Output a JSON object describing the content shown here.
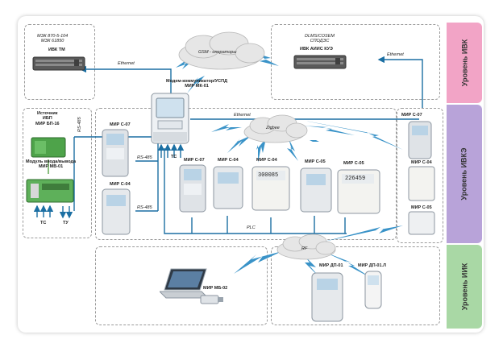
{
  "levels": {
    "ivk": "Уровень ИВК",
    "ivke": "Уровень ИВКЭ",
    "iik": "Уровень ИИК"
  },
  "colors": {
    "ivk": "#f2a4c6",
    "ivke": "#b8a3d9",
    "iik": "#a9d8a5",
    "wire": "#1b6fa3",
    "bolt": "#3a93c8"
  },
  "nodes": {
    "ivk_tm_standards": "МЭК 870-5-104\nМЭК 61850",
    "ivk_tm": "ИВК ТМ",
    "dlms": "DLMS/COSEM\nСПОДЭС",
    "ivk_aiis": "ИВК АИИС КУЭ",
    "gsm": "GSM - операторы",
    "modem": "Модем-коммуникатор/УСПД\nМИР МК-01",
    "zigbee": "Zigbee",
    "rf": "RF",
    "power_supply": "Источник\nИБП\nМИР БП-16",
    "io_module": "Модуль ввода/вывода\nМИР МВ-01",
    "mb02": "МИР МБ-02",
    "dp01": "МИР ДП-01",
    "dp01l": "МИР ДП-01.Л"
  },
  "links": {
    "ethernet_left": "Ethernet",
    "ethernet_right": "Ethernet",
    "ethernet_mid": "Ethernet",
    "rs485_left": "RS-485",
    "rs485_upper": "RS-485",
    "rs485_lower": "RS-485",
    "plc": "PLC",
    "tc_modem": "ТС",
    "tc": "ТС",
    "tu": "ТУ"
  },
  "meters": {
    "m_c07_left": "МИР С-07",
    "m_c04_left": "МИР С-04",
    "m_c07_mid": "МИР С-07",
    "m_c04_mid": "МИР С-04",
    "m_c04_right": "МИР С-04",
    "m_c05_mid": "МИР С-05",
    "m_c05_right": "МИР С-05",
    "m_c07_far": "МИР С-07",
    "m_c04_far": "МИР С-04",
    "m_c05_far": "МИР С-05"
  },
  "displays": {
    "d1": "300085",
    "d2": "226459"
  }
}
